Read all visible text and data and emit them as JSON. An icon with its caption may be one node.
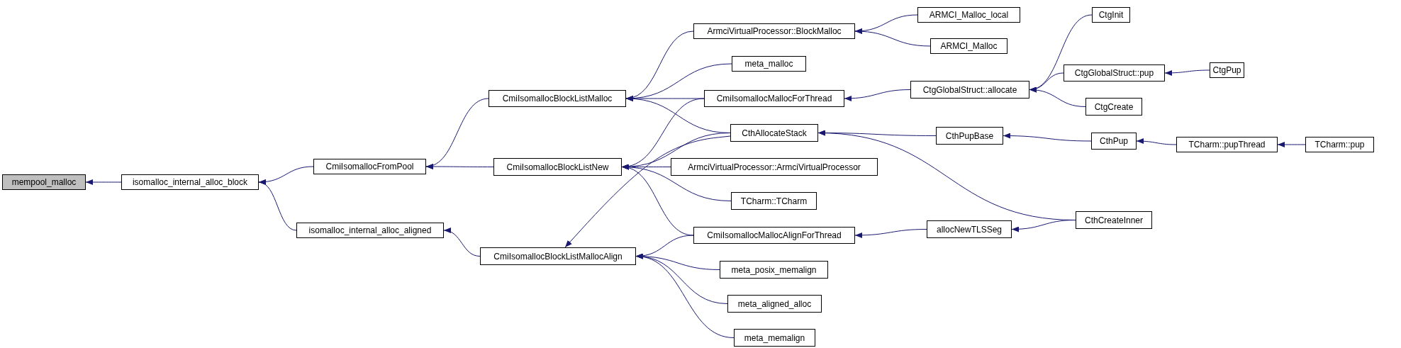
{
  "diagram": {
    "nodes": [
      {
        "text": [
          "mempool_malloc"
        ]
      },
      {
        "text": [
          "isomalloc_internal_alloc_block"
        ]
      },
      {
        "text": [
          "CmiIsomallocFromPool"
        ]
      },
      {
        "text": [
          "isomalloc_internal_alloc_aligned"
        ]
      },
      {
        "text": [
          "CmiIsomallocBlockListMalloc"
        ]
      },
      {
        "text": [
          "CmiIsomallocBlockListNew"
        ]
      },
      {
        "text": [
          "CmiIsomallocBlockListMallocAlign"
        ]
      },
      {
        "text": [
          "ArmciVirtualProcessor::BlockMalloc"
        ]
      },
      {
        "text": [
          "meta_malloc"
        ]
      },
      {
        "text": [
          "CmiIsomallocMallocForThread"
        ]
      },
      {
        "text": [
          "CthAllocateStack"
        ]
      },
      {
        "text": [
          "ArmciVirtualProcessor::ArmciVirtualProcessor"
        ]
      },
      {
        "text": [
          "TCharm::TCharm"
        ]
      },
      {
        "text": [
          "CmiIsomallocMallocAlignForThread"
        ]
      },
      {
        "text": [
          "meta_posix_memalign"
        ]
      },
      {
        "text": [
          "meta_aligned_alloc"
        ]
      },
      {
        "text": [
          "meta_memalign"
        ]
      },
      {
        "text": [
          "ARMCI_Malloc_local"
        ]
      },
      {
        "text": [
          "ARMCI_Malloc"
        ]
      },
      {
        "text": [
          "CtgGlobalStruct::allocate"
        ]
      },
      {
        "text": [
          "CthPupBase"
        ]
      },
      {
        "text": [
          "allocNewTLSSeg"
        ]
      },
      {
        "text": [
          "CthCreateInner"
        ]
      },
      {
        "text": [
          "CtgInit"
        ]
      },
      {
        "text": [
          "CtgGlobalStruct::pup"
        ]
      },
      {
        "text": [
          "CtgCreate"
        ]
      },
      {
        "text": [
          "CthPup"
        ]
      },
      {
        "text": [
          "CtgPup"
        ]
      },
      {
        "text": [
          "TCharm::pupThread"
        ]
      },
      {
        "text": [
          "TCharm::pup"
        ]
      }
    ],
    "edges": [
      {
        "from": 1,
        "to": 0,
        "arrow": "to"
      },
      {
        "from": 2,
        "to": 1,
        "arrow": "to"
      },
      {
        "from": 3,
        "to": 1,
        "arrow": "to"
      },
      {
        "from": 4,
        "to": 2,
        "arrow": "to"
      },
      {
        "from": 5,
        "to": 2,
        "arrow": "to"
      },
      {
        "from": 6,
        "to": 3,
        "arrow": "to"
      },
      {
        "from": 7,
        "to": 4,
        "arrow": "to"
      },
      {
        "from": 8,
        "to": 4,
        "arrow": "to"
      },
      {
        "from": 9,
        "to": 4,
        "arrow": "to"
      },
      {
        "from": 10,
        "to": 4,
        "arrow": "to"
      },
      {
        "from": 9,
        "to": 5,
        "arrow": "to"
      },
      {
        "from": 10,
        "to": 5,
        "arrow": "to"
      },
      {
        "from": 11,
        "to": 5,
        "arrow": "to"
      },
      {
        "from": 12,
        "to": 5,
        "arrow": "to"
      },
      {
        "from": 13,
        "to": 5,
        "arrow": "to"
      },
      {
        "from": 10,
        "to": 6,
        "arrow": "to"
      },
      {
        "from": 13,
        "to": 6,
        "arrow": "to"
      },
      {
        "from": 14,
        "to": 6,
        "arrow": "to"
      },
      {
        "from": 15,
        "to": 6,
        "arrow": "to"
      },
      {
        "from": 16,
        "to": 6,
        "arrow": "to"
      },
      {
        "from": 17,
        "to": 7,
        "arrow": "to"
      },
      {
        "from": 18,
        "to": 7,
        "arrow": "to"
      },
      {
        "from": 19,
        "to": 9,
        "arrow": "to"
      },
      {
        "from": 20,
        "to": 10,
        "arrow": "to"
      },
      {
        "from": 22,
        "to": 10,
        "arrow": "to"
      },
      {
        "from": 21,
        "to": 13,
        "arrow": "to"
      },
      {
        "from": 22,
        "to": 21,
        "arrow": "to"
      },
      {
        "from": 23,
        "to": 19,
        "arrow": "to"
      },
      {
        "from": 24,
        "to": 19,
        "arrow": "to"
      },
      {
        "from": 25,
        "to": 19,
        "arrow": "to"
      },
      {
        "from": 27,
        "to": 24,
        "arrow": "to"
      },
      {
        "from": 26,
        "to": 20,
        "arrow": "to"
      },
      {
        "from": 28,
        "to": 26,
        "arrow": "to"
      },
      {
        "from": 29,
        "to": 28,
        "arrow": "to"
      }
    ]
  }
}
